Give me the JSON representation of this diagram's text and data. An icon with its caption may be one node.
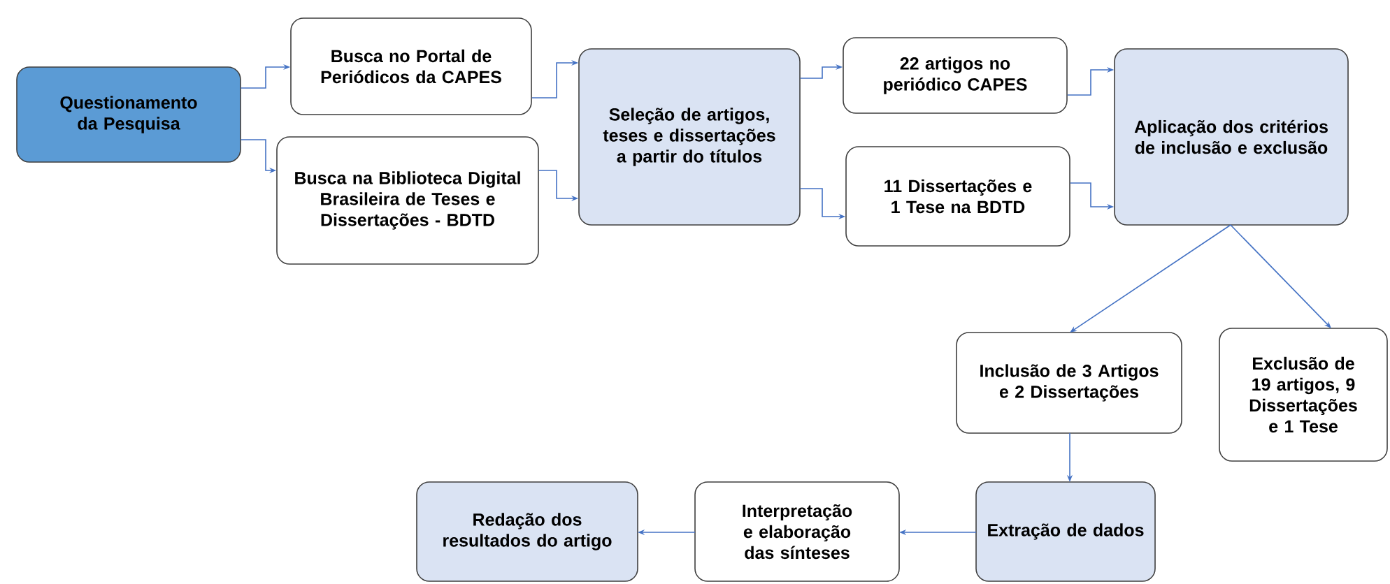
{
  "diagram": {
    "nodes": [
      {
        "text": [
          "Questionamento da Pesquisa"
        ]
      },
      {
        "text": [
          "Busca no Portal de Periódicos da CAPES"
        ]
      },
      {
        "text": [
          "Busca na Biblioteca Digital Brasileira de Teses e Dissertações - BDTD"
        ]
      },
      {
        "text": [
          "Seleção de artigos, teses e dissertações a partir do títulos"
        ]
      },
      {
        "text": [
          "22 artigos no periódico CAPES"
        ]
      },
      {
        "text": [
          "11 Dissertações e 1 Tese na BDTD"
        ]
      },
      {
        "text": [
          "Aplicação dos critérios de inclusão e exclusão"
        ]
      },
      {
        "text": [
          "Inclusão de 3 Artigos e 2 Dissertações"
        ]
      },
      {
        "text": [
          "Exclusão de 19 artigos, 9 Dissertações e 1 Tese"
        ]
      },
      {
        "text": [
          "Extração de dados"
        ]
      },
      {
        "text": [
          "Interpretação e elaboração das sínteses"
        ]
      },
      {
        "text": [
          "Redação dos resultados do artigo"
        ]
      }
    ],
    "edges": [
      {
        "from": 0,
        "to": 1,
        "arrow": "to"
      },
      {
        "from": 0,
        "to": 2,
        "arrow": "to"
      },
      {
        "from": 1,
        "to": 3,
        "arrow": "to"
      },
      {
        "from": 2,
        "to": 3,
        "arrow": "to"
      },
      {
        "from": 3,
        "to": 4,
        "arrow": "to"
      },
      {
        "from": 3,
        "to": 5,
        "arrow": "to"
      },
      {
        "from": 4,
        "to": 6,
        "arrow": "to"
      },
      {
        "from": 5,
        "to": 6,
        "arrow": "to"
      },
      {
        "from": 6,
        "to": 7,
        "arrow": "to"
      },
      {
        "from": 6,
        "to": 8,
        "arrow": "to"
      },
      {
        "from": 7,
        "to": 9,
        "arrow": "to"
      },
      {
        "from": 9,
        "to": 10,
        "arrow": "to"
      },
      {
        "from": 10,
        "to": 11,
        "arrow": "to"
      }
    ]
  }
}
